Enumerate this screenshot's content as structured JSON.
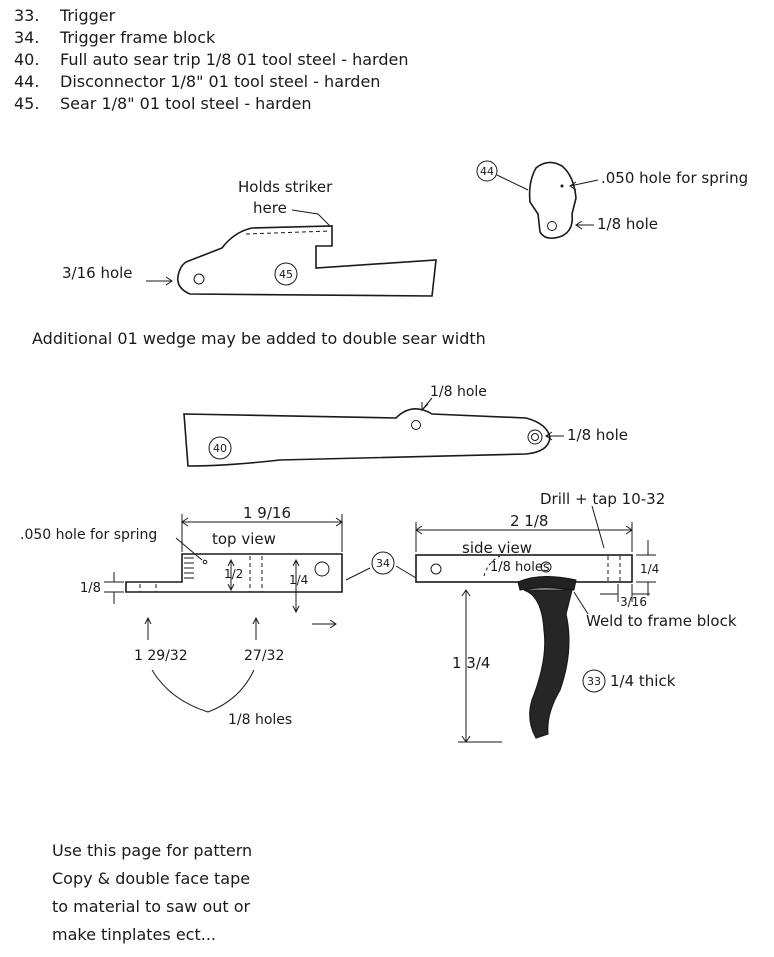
{
  "parts_list": [
    {
      "num": "33.",
      "desc": "Trigger"
    },
    {
      "num": "34.",
      "desc": "Trigger frame block"
    },
    {
      "num": "40.",
      "desc": "Full auto sear trip 1/8 01 tool steel - harden"
    },
    {
      "num": "44.",
      "desc": "Disconnector 1/8\" 01 tool steel - harden"
    },
    {
      "num": "45.",
      "desc": "Sear 1/8\" 01 tool steel - harden"
    }
  ],
  "sear": {
    "holds_label_1": "Holds striker",
    "holds_label_2": "here",
    "hole_label": "3/16 hole",
    "part_num": "45"
  },
  "disconnector": {
    "part_num": "44",
    "spring_hole_label": ".050 hole for spring",
    "hole_label": "1/8 hole"
  },
  "wedge_note": "Additional 01 wedge may be added to double sear width",
  "sear_trip": {
    "part_num": "40",
    "top_hole_label": "1/8 hole",
    "right_hole_label": "1/8 hole"
  },
  "frame_top": {
    "title": "top view",
    "spring_hole_label": ".050 hole for spring",
    "width_dim": "1 9/16",
    "left_dim": "1/8",
    "mid_dim": "1/2",
    "right_dim": "1/4",
    "dim_a": "1 29/32",
    "dim_b": "27/32",
    "holes_label": "1/8 holes",
    "connector_num": "34"
  },
  "frame_side": {
    "title": "side view",
    "drill_label": "Drill + tap 10-32",
    "width_dim": "2 1/8",
    "holes_label": "1/8 holes",
    "height_dim": "1/4",
    "offset_dim": "3/16",
    "weld_label": "Weld to frame block",
    "trigger_height_dim": "1 3/4",
    "trigger_num": "33",
    "trigger_thick": "1/4 thick"
  },
  "footer_note": [
    "Use this page for pattern",
    "Copy & double face tape",
    "to material to saw out or",
    "make tinplates ect..."
  ]
}
